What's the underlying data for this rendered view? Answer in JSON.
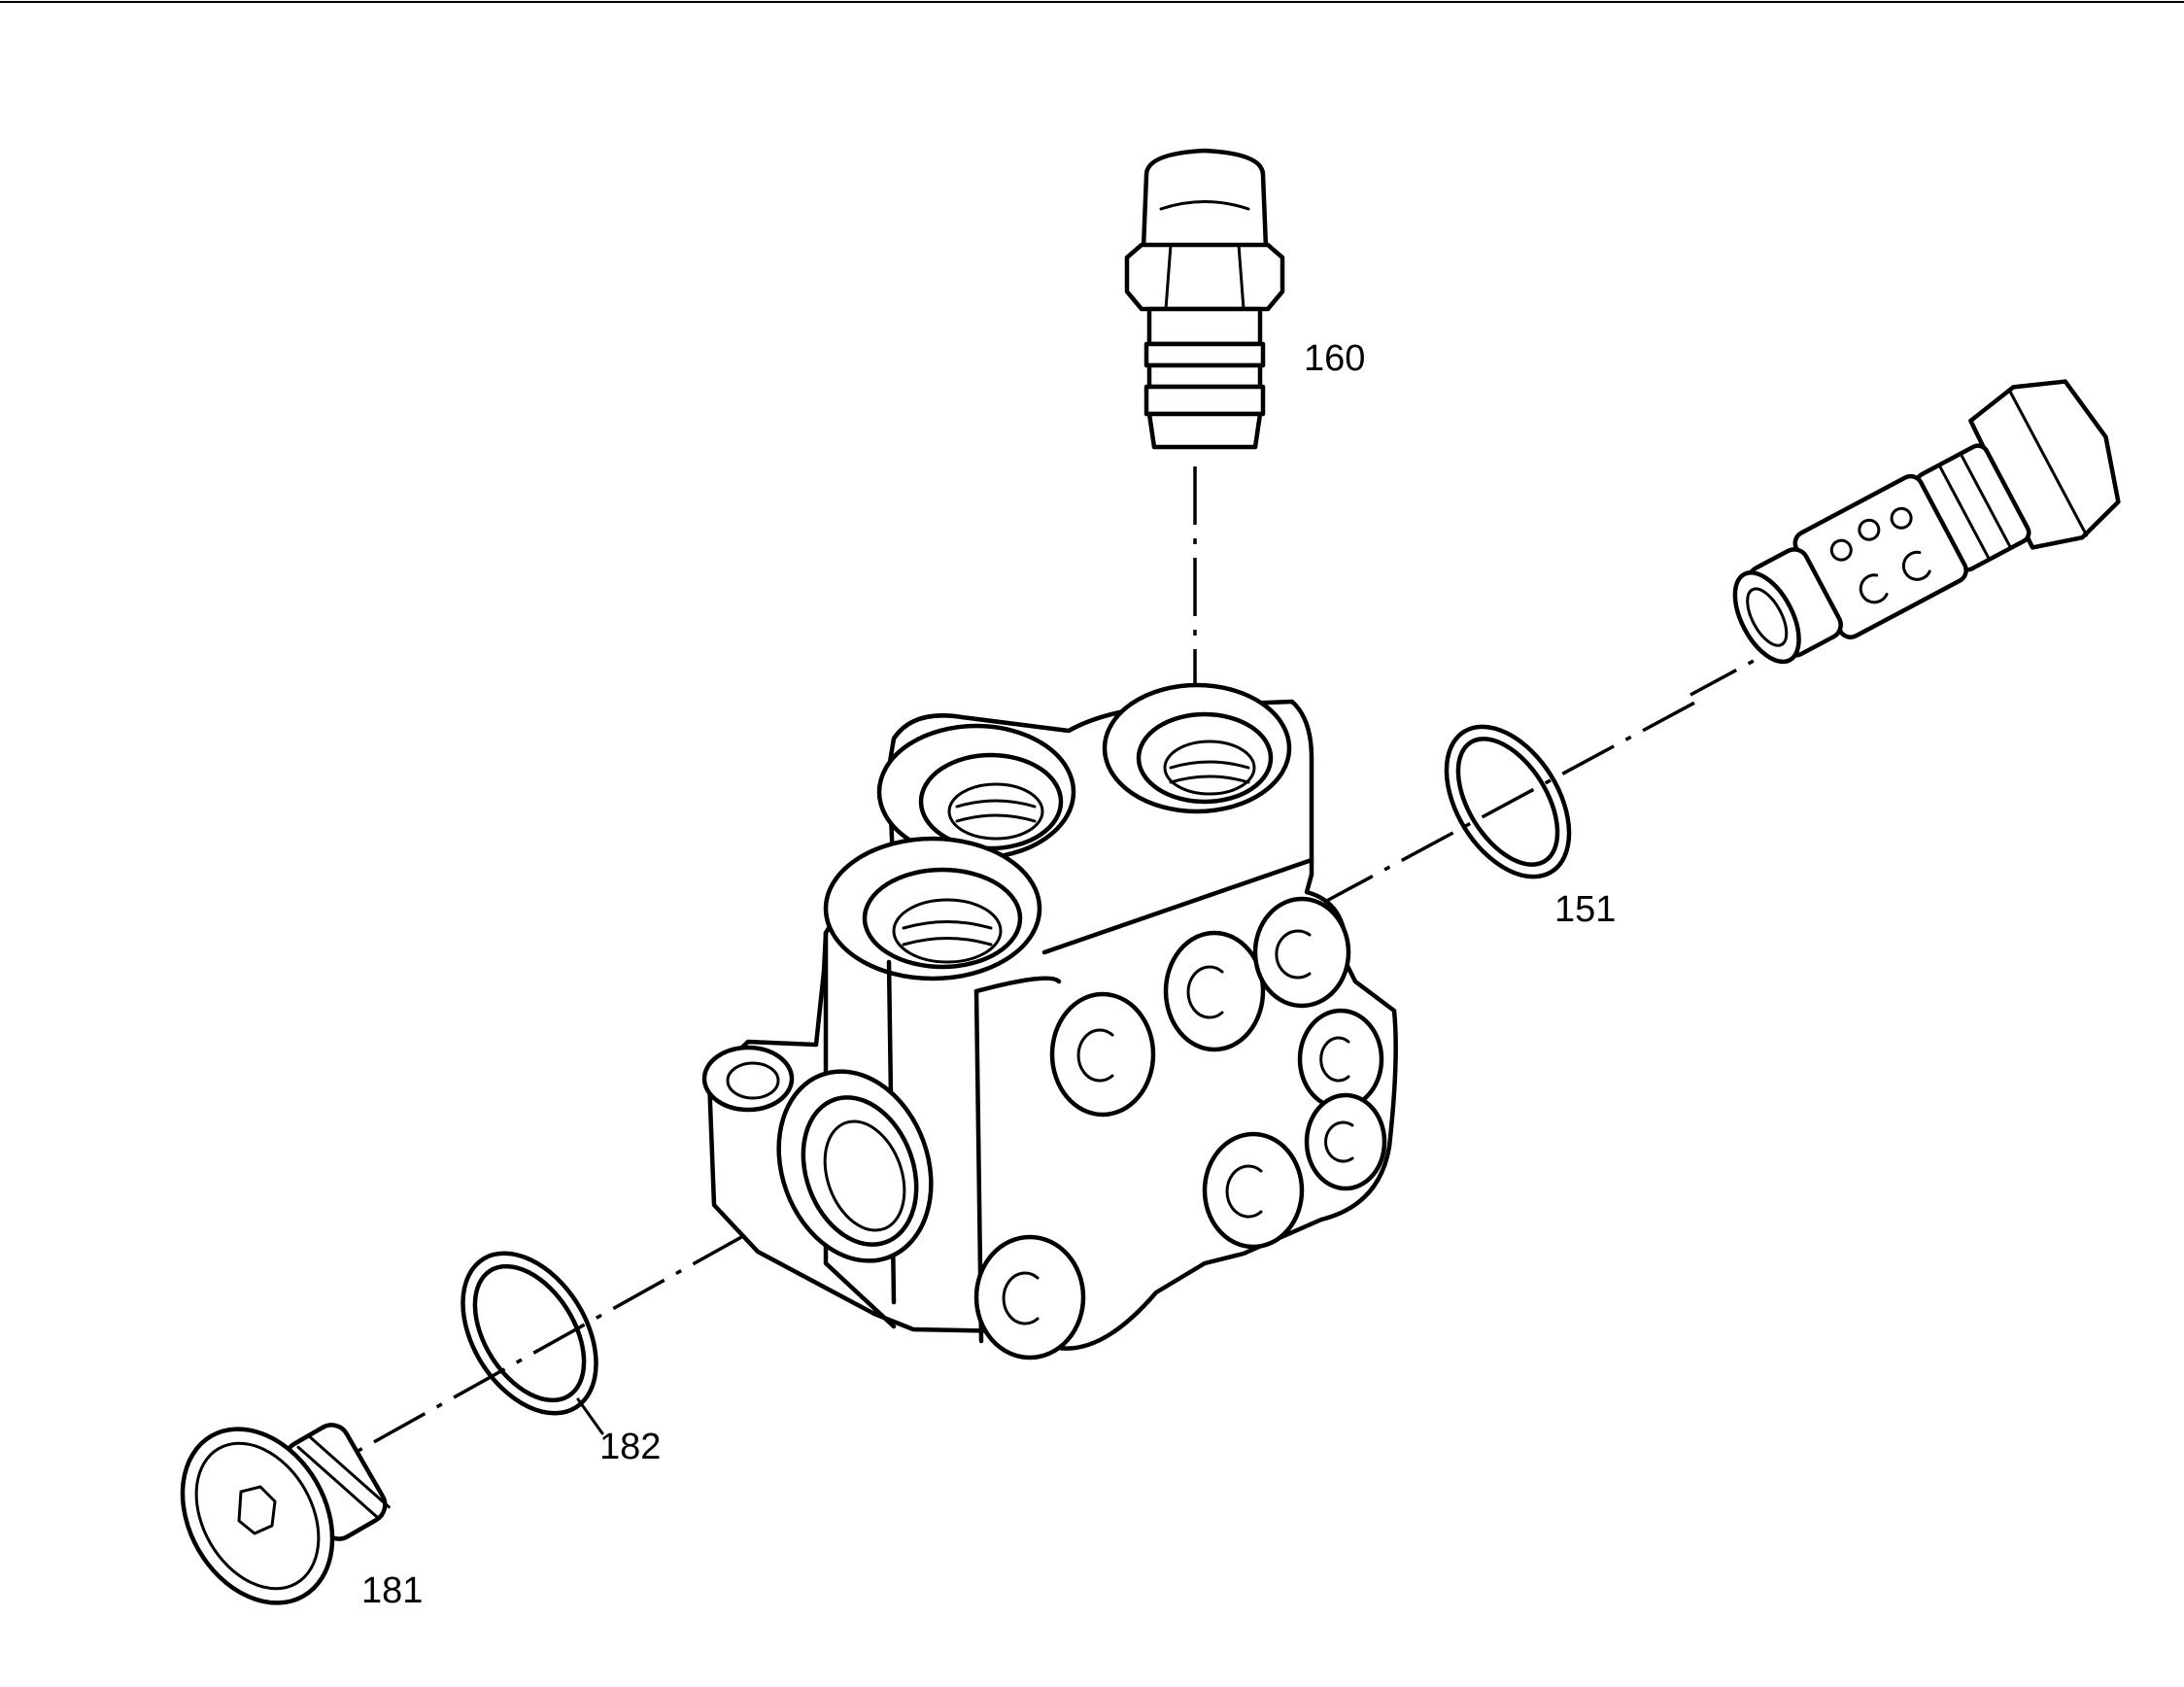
{
  "callouts": {
    "part_160": "160",
    "part_151": "151",
    "part_182": "182",
    "part_181": "181"
  },
  "colors": {
    "ink": "#000000",
    "paper": "#ffffff"
  },
  "icons": [
    "check-valve-cap-icon",
    "pressure-valve-cartridge-icon",
    "valve-block-icon",
    "o-ring-icon",
    "screw-plug-icon"
  ]
}
